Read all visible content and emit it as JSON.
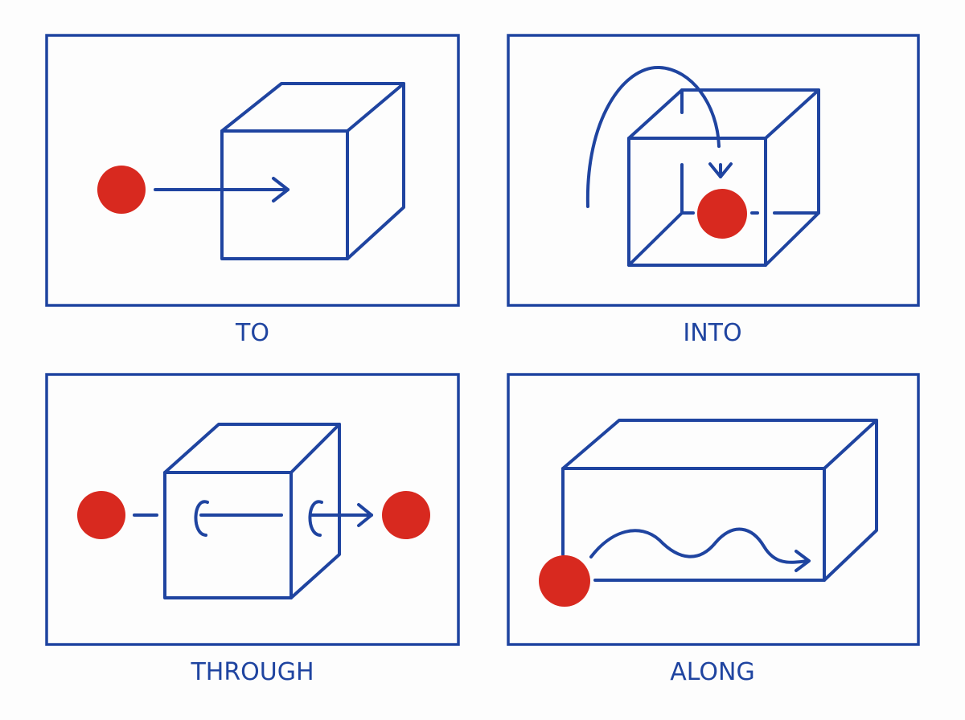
{
  "colors": {
    "line": "#1f44a0",
    "ball": "#d8291f"
  },
  "panels": [
    {
      "label": "TO"
    },
    {
      "label": "INTO"
    },
    {
      "label": "THROUGH"
    },
    {
      "label": "ALONG"
    }
  ]
}
